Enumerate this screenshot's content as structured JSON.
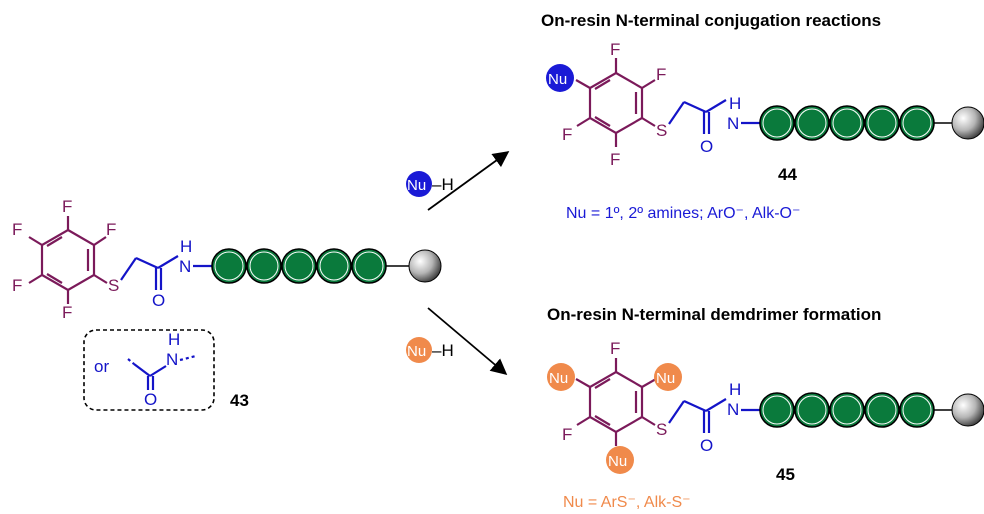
{
  "colors": {
    "ring": "#7b1a5a",
    "linker": "#1414c8",
    "bead": "#0a7a3c",
    "nu_blue": "#1a1ad6",
    "nu_orange": "#f08a4b",
    "text_blue": "#1a1ad6",
    "text_orange": "#f08a4b",
    "resin": "#9a9a9a"
  },
  "top_title": "On-resin N-terminal conjugation reactions",
  "bottom_title": "On-resin N-terminal demdrimer formation",
  "start": {
    "atoms": {
      "F": "F",
      "S": "S",
      "O": "O",
      "N": "N",
      "H": "H"
    },
    "alt_or": "or",
    "alt_n": "N",
    "alt_h": "H",
    "alt_o": "O",
    "label": "43"
  },
  "reagents": {
    "top": {
      "nu": "Nu",
      "dash_h": "–H"
    },
    "bottom": {
      "nu": "Nu",
      "dash_h": "–H"
    }
  },
  "product_top": {
    "nu": "Nu",
    "label": "44",
    "scope_text": "Nu = 1º, 2º amines; ArO⁻, Alk-O⁻"
  },
  "product_bottom": {
    "nu": "Nu",
    "label": "45",
    "scope_text": "Nu = ArS⁻, Alk-S⁻"
  }
}
